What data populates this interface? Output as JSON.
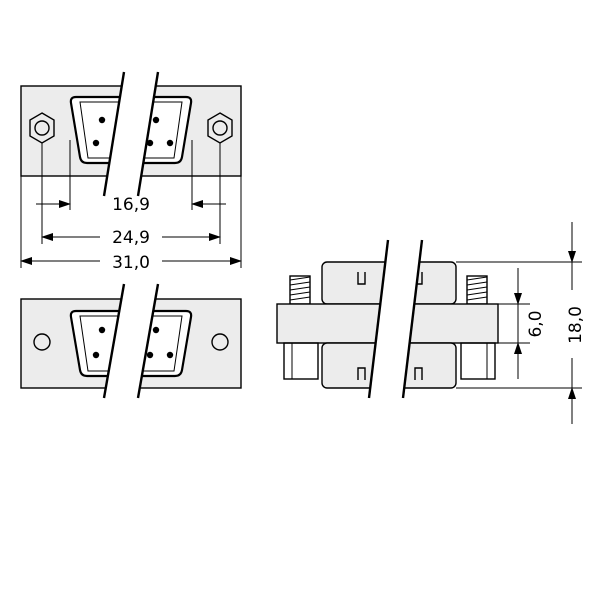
{
  "dimensions": {
    "pin_span": "16,9",
    "hole_span": "24,9",
    "flange_width": "31,0",
    "flange_thickness": "6,0",
    "overall_height": "18,0"
  }
}
